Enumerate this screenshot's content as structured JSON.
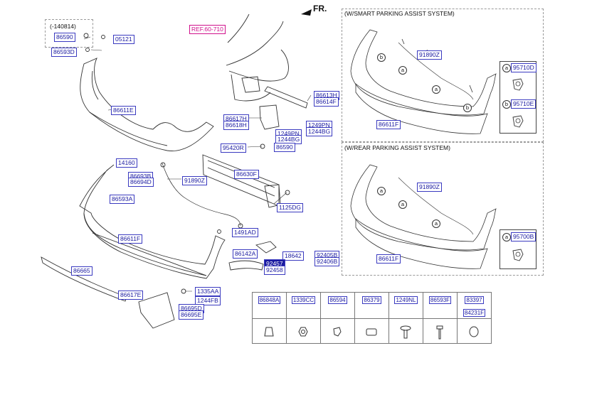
{
  "fr": "FR.",
  "ref": "REF.60-710",
  "variant_note": "(-140814)",
  "callouts": {
    "c86590a": "86590",
    "c05121": "05121",
    "c86593d": "86593D",
    "c86611e": "86611E",
    "c86613h": "86613H",
    "c86614f": "86614F",
    "c86617h": "86617H",
    "c86618h": "86618H",
    "c1249pn_a": "1249PN",
    "c1244bg_a": "1244BG",
    "c1249pn_b": "1249PN",
    "c1244bg_b": "1244BG",
    "c95420r": "95420R",
    "c86590b": "86590",
    "c86630f": "86630F",
    "c14160": "14160",
    "c86693b": "86693B",
    "c86694d": "86694D",
    "c86593a": "86593A",
    "c91890z": "91890Z",
    "c1125dg": "1125DG",
    "c86611f": "86611F",
    "c1491ad": "1491AD",
    "c86142a": "86142A",
    "c18642": "18642",
    "c92405b": "92405B",
    "c92406b": "92406B",
    "c92457": "92457",
    "c92458": "92458",
    "c86665": "86665",
    "c86617e": "86617E",
    "c1335aa": "1335AA",
    "c1244fb": "1244FB",
    "c86695d": "86695D",
    "c86695e": "86695E"
  },
  "smart_panel": {
    "title": "(W/SMART PARKING ASSIST SYSTEM)",
    "harness": "91890Z",
    "bumper": "86611F",
    "sensor_a_mark": "a",
    "sensor_a": "95710D",
    "sensor_b_mark": "b",
    "sensor_b": "95710E",
    "marks": [
      "b",
      "a",
      "a",
      "b"
    ]
  },
  "rear_panel": {
    "title": "(W/REAR PARKING ASSIST SYSTEM)",
    "harness": "91890Z",
    "bumper": "86611F",
    "sensor_a_mark": "a",
    "sensor_a": "95700B",
    "marks": [
      "a",
      "a",
      "a"
    ]
  },
  "hardware": [
    {
      "code": "86848A",
      "icon": "clip-icon"
    },
    {
      "code": "1339CC",
      "icon": "nut-icon"
    },
    {
      "code": "86594",
      "icon": "clip-icon"
    },
    {
      "code": "86379",
      "icon": "pad-icon"
    },
    {
      "code": "1249NL",
      "icon": "bolt-icon"
    },
    {
      "code": "86593F",
      "icon": "screw-icon"
    },
    {
      "code": "83397",
      "code2": "84231F",
      "icon": "plug-icon"
    }
  ]
}
